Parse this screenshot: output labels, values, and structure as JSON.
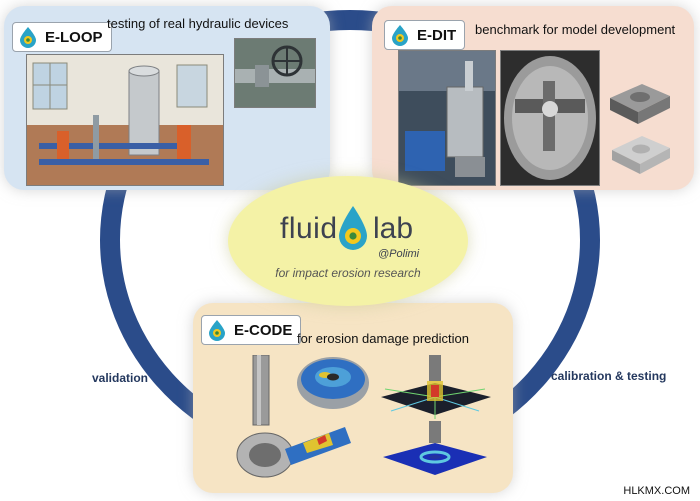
{
  "center": {
    "logo_left": "fluid",
    "logo_right": "lab",
    "logo_sub": "@Polimi",
    "caption": "for impact erosion research"
  },
  "panels": {
    "eloop": {
      "badge": "E-LOOP",
      "caption": "testing of real hydraulic devices"
    },
    "edit": {
      "badge": "E-DIT",
      "caption": "benchmark for model development"
    },
    "ecode": {
      "badge": "E-CODE",
      "caption": "for erosion damage prediction"
    }
  },
  "labels": {
    "left": "validation",
    "right": "calibration & testing"
  },
  "watermark": "HLKMX.COM",
  "colors": {
    "ring": "#2b4c8a",
    "eloop_bg": "#d6e4f2",
    "edit_bg": "#f6ddd0",
    "ecode_bg": "#f6e4c4",
    "center_bg": "#f4f2a6"
  }
}
